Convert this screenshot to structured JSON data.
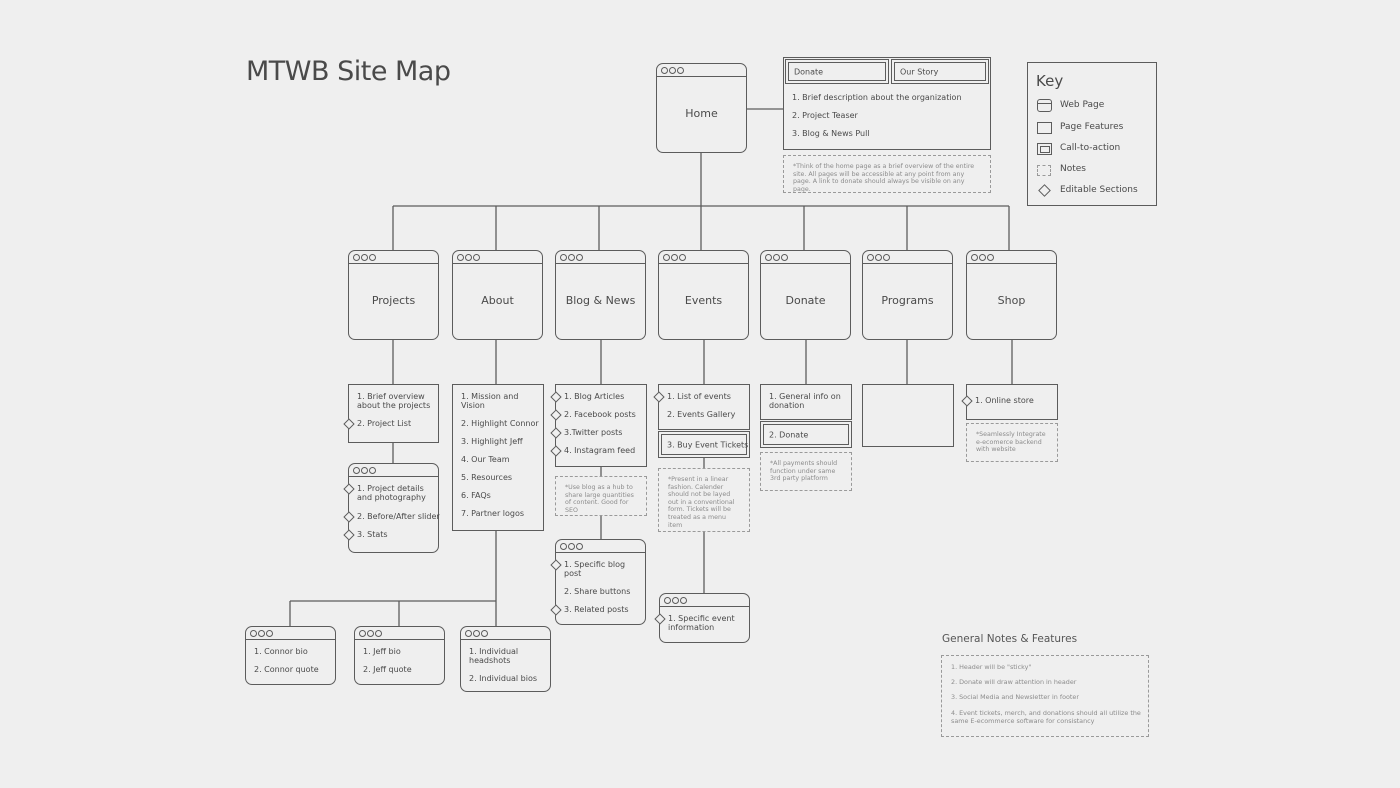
{
  "title": "MTWB Site Map",
  "home": {
    "label": "Home",
    "cta_donate": "Donate",
    "cta_our_story": "Our Story",
    "features": [
      "1. Brief description about the organization",
      "2. Project Teaser",
      "3. Blog & News Pull"
    ],
    "note": "*Think of the home page as a brief overview of the entire site. All pages will be accessible at any point from any page. A link to donate should always be visible on any page."
  },
  "pages": {
    "projects": "Projects",
    "about": "About",
    "blog": "Blog & News",
    "events": "Events",
    "donate": "Donate",
    "programs": "Programs",
    "shop": "Shop"
  },
  "projects": {
    "features": [
      "1. Brief overview about the projects",
      "2. Project  List"
    ],
    "detail": [
      "1. Project details and photography",
      "2. Before/After slider",
      "3. Stats"
    ]
  },
  "about": {
    "features": [
      "1. Mission and Vision",
      "2. Highlight Connor",
      "3. Highlight Jeff",
      "4. Our Team",
      "5. Resources",
      "6. FAQs",
      "7. Partner logos"
    ],
    "connor": [
      "1. Connor bio",
      "2. Connor quote"
    ],
    "jeff": [
      "1. Jeff bio",
      "2. Jeff quote"
    ],
    "individuals": [
      "1. Individual headshots",
      "2. Individual bios"
    ]
  },
  "blog": {
    "features": [
      "1. Blog Articles",
      "2. Facebook posts",
      "3.Twitter posts",
      "4. Instagram feed"
    ],
    "note": "*Use blog as a hub to share large quantities of content. Good for SEO",
    "detail": [
      "1. Specific blog post",
      "2. Share buttons",
      "3. Related posts"
    ]
  },
  "events": {
    "features": [
      "1. List of events",
      "2. Events Gallery"
    ],
    "cta": "3. Buy Event Tickets",
    "note": "*Present in a linear fashion. Calender should not be layed out in a conventional form. Tickets will be treated as a menu item",
    "detail": [
      "1. Specific event information"
    ]
  },
  "donate": {
    "features": [
      "1. General info on donation"
    ],
    "cta": "2. Donate",
    "note": "*All payments should function under same 3rd party platform"
  },
  "shop": {
    "features": [
      "1. Online store"
    ],
    "note": "*Seamlessly Integrate e-ecomerce backend with website"
  },
  "key": {
    "title": "Key",
    "web_page": "Web Page",
    "page_features": "Page Features",
    "cta": "Call-to-action",
    "notes": "Notes",
    "editable": "Editable Sections"
  },
  "general_notes": {
    "title": "General Notes & Features",
    "items": [
      "1. Header will be \"sticky\"",
      "2. Donate will draw attention in header",
      "3. Social Media and Newsletter in footer",
      "4. Event tickets, merch, and donations should all utilize the same E-ecommerce software for consistancy"
    ]
  }
}
